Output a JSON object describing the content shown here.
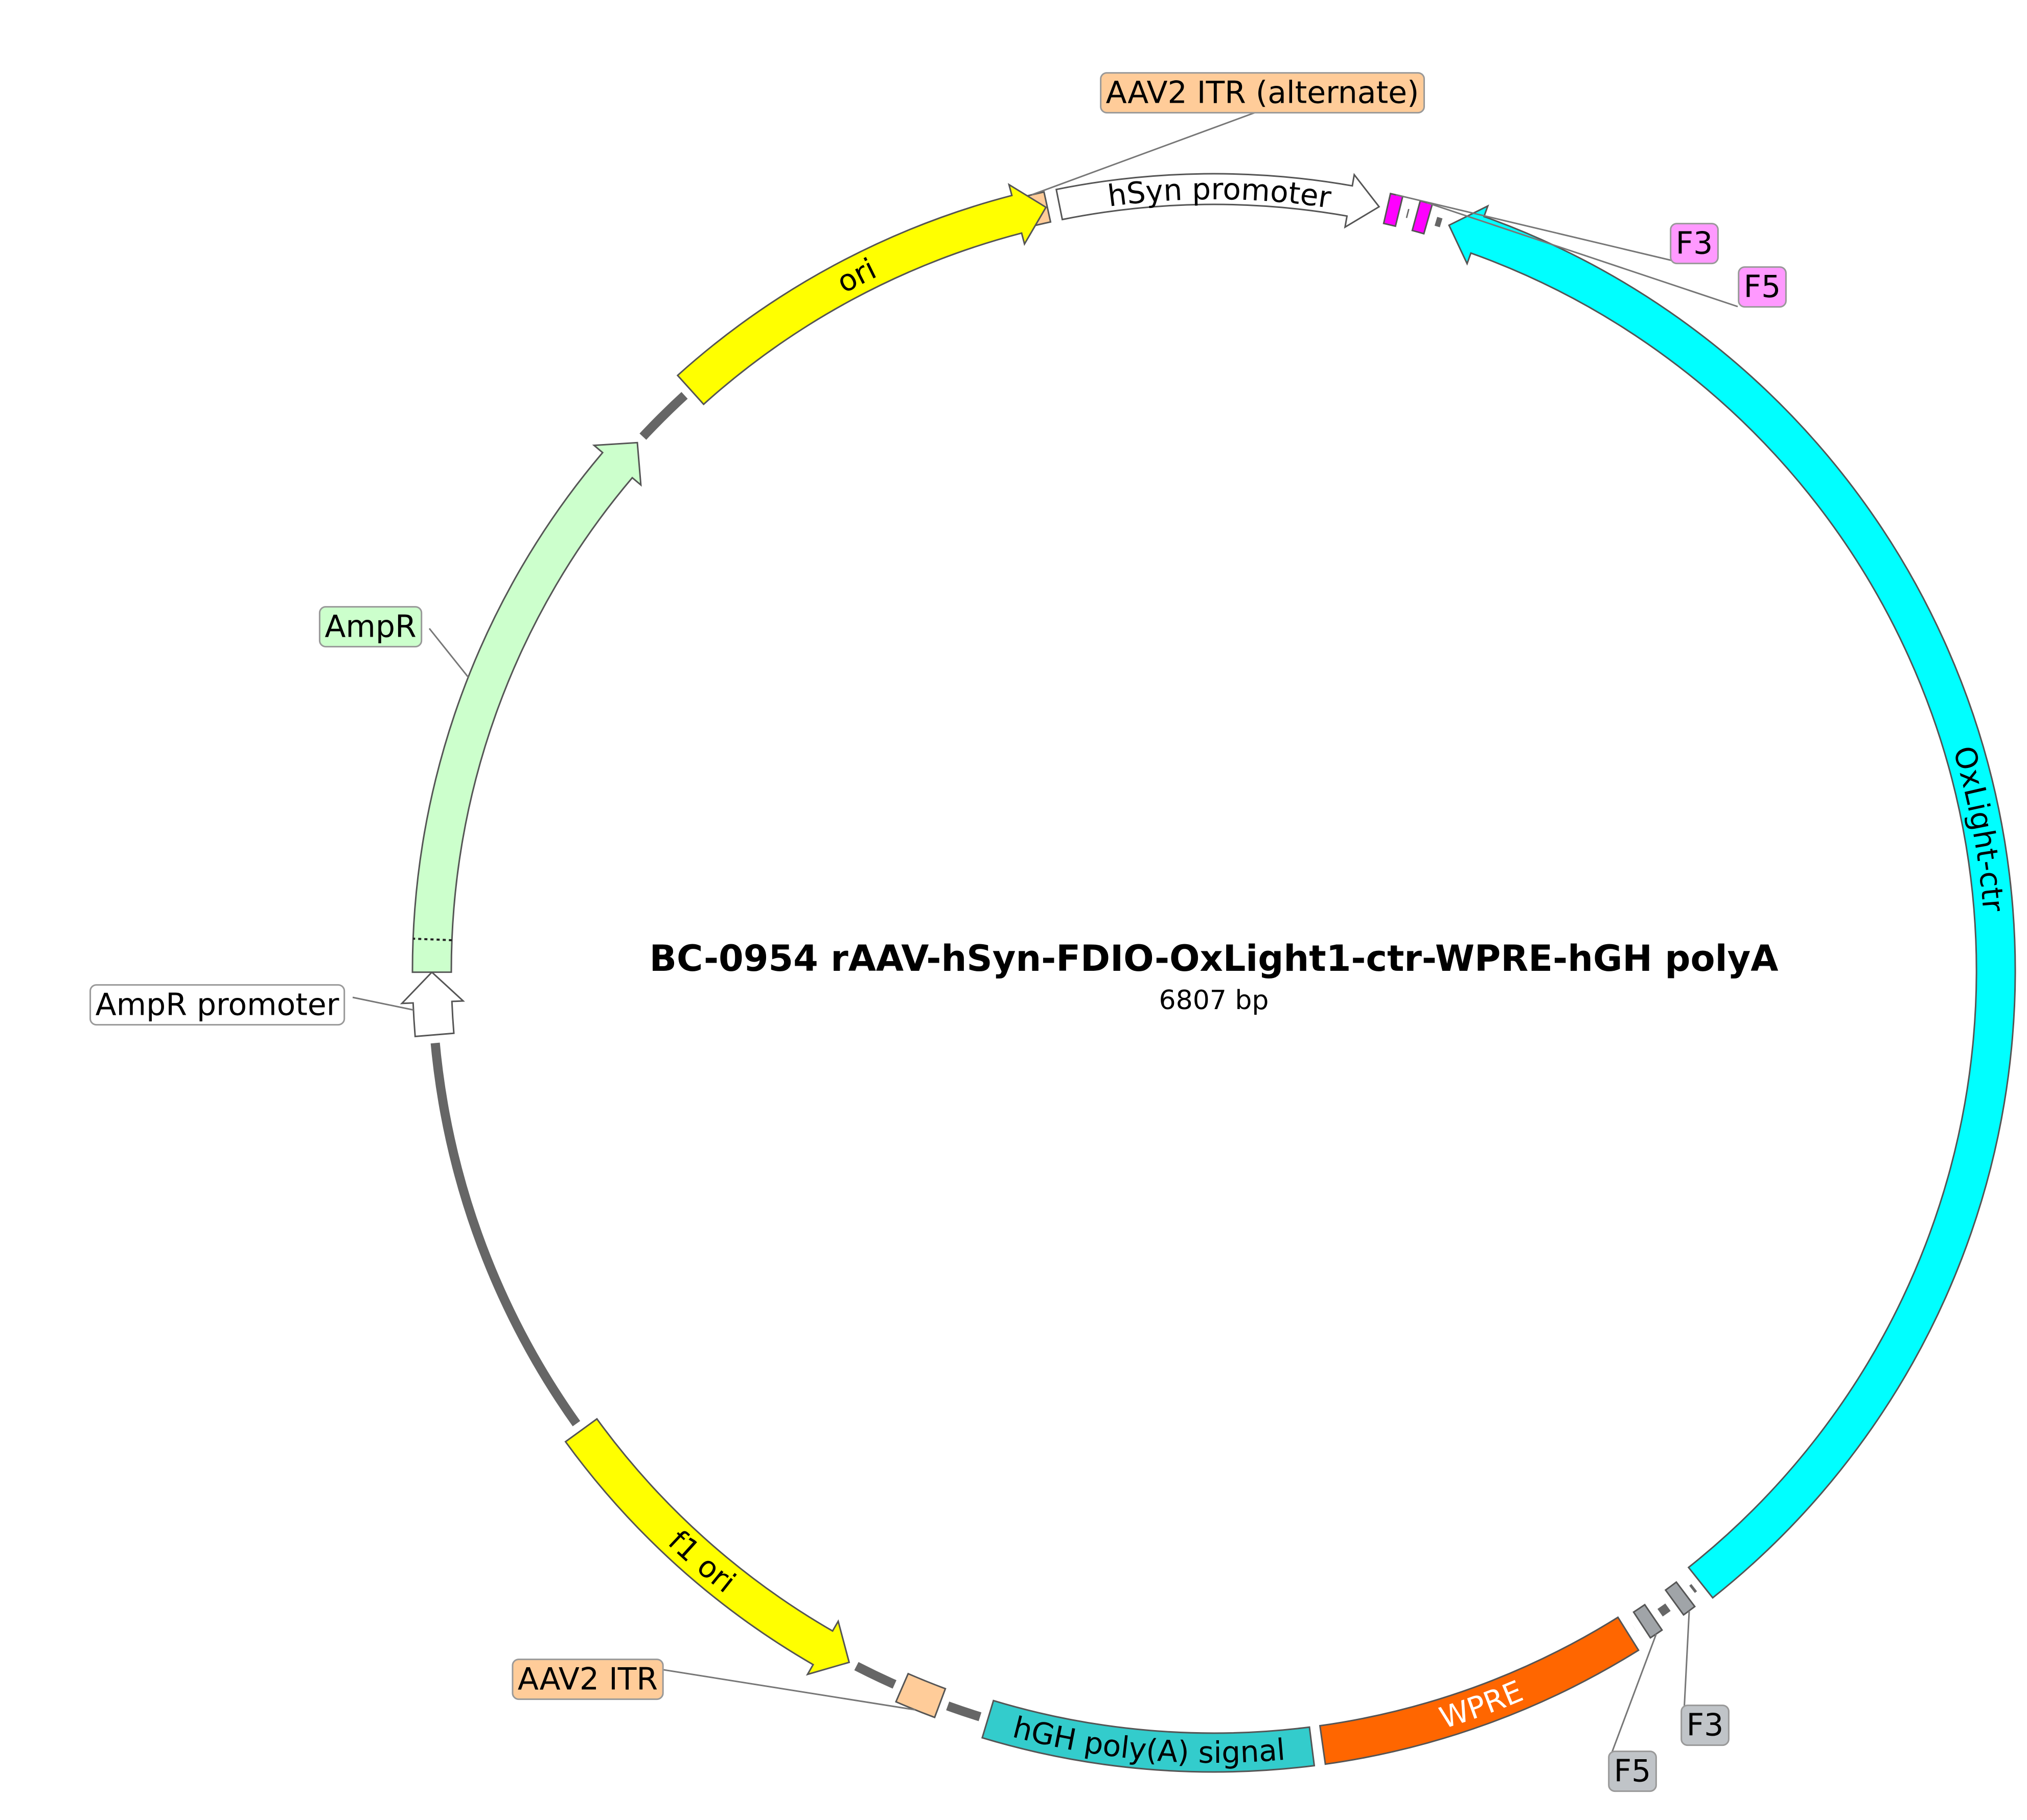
{
  "map": {
    "title": "BC-0954   rAAV-hSyn-FDIO-OxLight1-ctr-WPRE-hGH polyA",
    "length_label": "6807 bp"
  },
  "features": [
    {
      "id": "aav2-itr-alt",
      "label": "AAV2 ITR (alternate)",
      "type": "box",
      "color": "#ffcc99",
      "label_mode": "callout"
    },
    {
      "id": "hsyn-promoter",
      "label": "hSyn promoter",
      "type": "arrow",
      "color": "#ffffff",
      "label_mode": "inside",
      "text_color": "#000000"
    },
    {
      "id": "f3-top",
      "label": "F3",
      "type": "box",
      "color": "#ff00ff",
      "label_mode": "callout",
      "label_bg": "#ff99ff"
    },
    {
      "id": "f5-top",
      "label": "F5",
      "type": "box",
      "color": "#ff00ff",
      "label_mode": "callout",
      "label_bg": "#ff99ff"
    },
    {
      "id": "oxlight-ctr",
      "label": "OxLight-ctr",
      "type": "arrow",
      "color": "#00ffff",
      "label_mode": "inside",
      "text_color": "#000000"
    },
    {
      "id": "f3-bottom",
      "label": "F3",
      "type": "box",
      "color": "#a0a4a8",
      "label_mode": "callout",
      "label_bg": "#c0c4c8"
    },
    {
      "id": "f5-bottom",
      "label": "F5",
      "type": "box",
      "color": "#a0a4a8",
      "label_mode": "callout",
      "label_bg": "#c0c4c8"
    },
    {
      "id": "wpre",
      "label": "WPRE",
      "type": "box",
      "color": "#ff6600",
      "label_mode": "inside",
      "text_color": "#ffffff"
    },
    {
      "id": "hgh-polya",
      "label": "hGH poly(A) signal",
      "type": "box",
      "color": "#33cccc",
      "label_mode": "inside",
      "text_color": "#000000"
    },
    {
      "id": "aav2-itr",
      "label": "AAV2 ITR",
      "type": "box",
      "color": "#ffcc99",
      "label_mode": "callout"
    },
    {
      "id": "f1-ori",
      "label": "f1 ori",
      "type": "arrow",
      "color": "#ffff00",
      "label_mode": "inside",
      "text_color": "#000000"
    },
    {
      "id": "ampr-promoter",
      "label": "AmpR promoter",
      "type": "arrow",
      "color": "#ffffff",
      "label_mode": "callout"
    },
    {
      "id": "ampr",
      "label": "AmpR",
      "type": "arrow",
      "color": "#ccffcc",
      "label_mode": "callout"
    },
    {
      "id": "ori",
      "label": "ori",
      "type": "arrow",
      "color": "#ffff00",
      "label_mode": "inside",
      "text_color": "#000000"
    }
  ]
}
